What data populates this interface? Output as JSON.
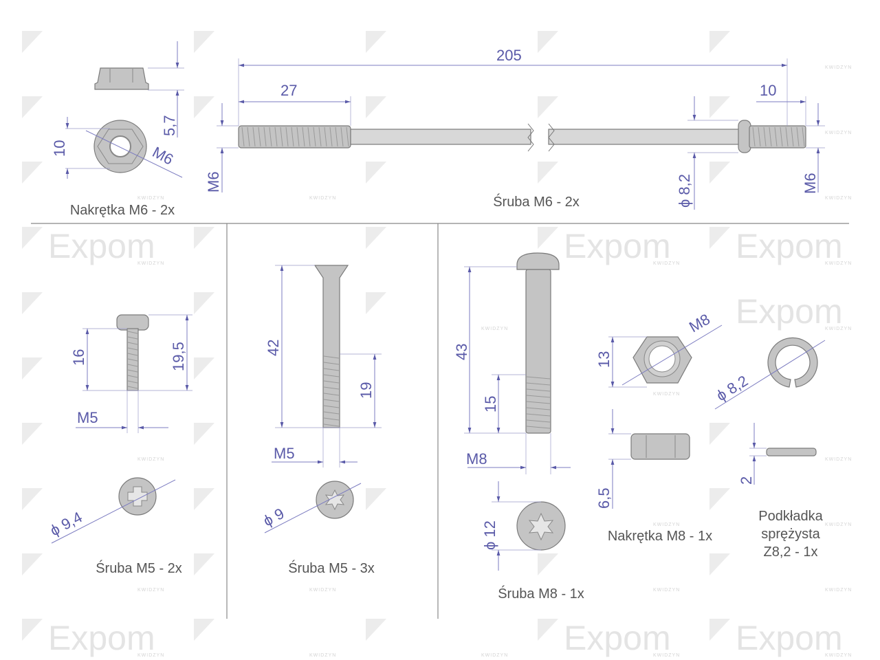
{
  "watermark": {
    "brand": "Expom",
    "sub": "KWIDZYN"
  },
  "colors": {
    "dimension": "#5a5aa8",
    "part": "#c4c4c4",
    "caption": "#555555"
  },
  "nut_m6": {
    "caption": "Nakrętka M6 - 2x",
    "height": "5,7",
    "width": "10",
    "thread": "M6"
  },
  "bolt_m6": {
    "caption": "Śruba M6 - 2x",
    "length": "205",
    "thread_left_len": "27",
    "thread_right_len": "10",
    "thread_left": "M6",
    "collar_dia": "ϕ 8,2",
    "thread_right": "M6"
  },
  "screw_m5_2x": {
    "caption": "Śruba M5 - 2x",
    "shank_len": "16",
    "total_len": "19,5",
    "thread": "M5",
    "head_dia": "ϕ 9,4"
  },
  "screw_m5_3x": {
    "caption": "Śruba M5 - 3x",
    "length": "42",
    "thread_len": "19",
    "thread": "M5",
    "head_dia": "ϕ 9"
  },
  "screw_m8": {
    "caption": "Śruba M8 - 1x",
    "length": "43",
    "thread_len": "15",
    "thread": "M8",
    "head_dia": "ϕ 12"
  },
  "nut_m8": {
    "caption": "Nakrętka M8 - 1x",
    "width": "13",
    "thread": "M8",
    "height": "6,5"
  },
  "washer": {
    "caption_line1": "Podkładka",
    "caption_line2": "sprężysta",
    "caption_line3": "Z8,2 - 1x",
    "inner_dia": "ϕ 8,2",
    "thickness": "2"
  }
}
